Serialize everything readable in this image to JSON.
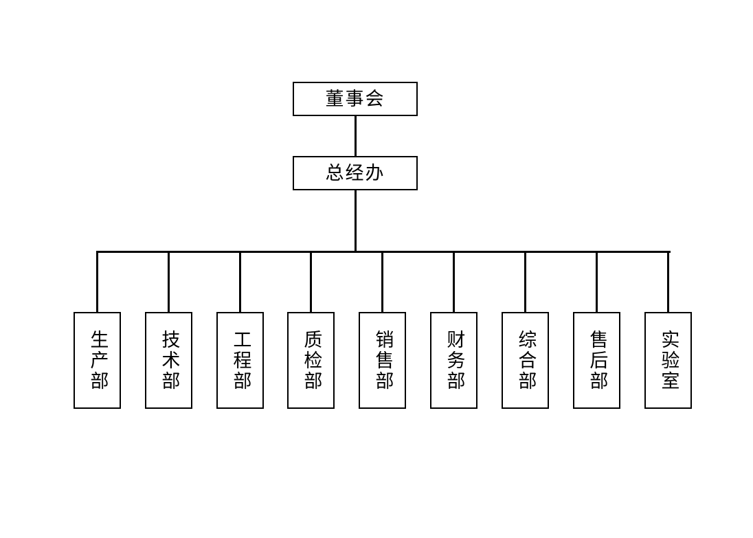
{
  "chart": {
    "type": "organization-chart",
    "title": "",
    "background_color": "#ffffff",
    "line_color": "#000000",
    "text_color": "#000000",
    "orientation": "top-down",
    "levels": 3
  },
  "nodes": {
    "board": {
      "label": "董事会",
      "level": 1,
      "text_direction": "horizontal"
    },
    "general_manager_office": {
      "label": "总经办",
      "level": 2,
      "text_direction": "horizontal"
    }
  },
  "departments": [
    {
      "id": "production",
      "label": "生产部"
    },
    {
      "id": "technology",
      "label": "技术部"
    },
    {
      "id": "engineering",
      "label": "工程部"
    },
    {
      "id": "quality",
      "label": "质检部"
    },
    {
      "id": "sales",
      "label": "销售部"
    },
    {
      "id": "finance",
      "label": "财务部"
    },
    {
      "id": "general",
      "label": "综合部"
    },
    {
      "id": "aftersales",
      "label": "售后部"
    },
    {
      "id": "laboratory",
      "label": "实验室"
    }
  ]
}
